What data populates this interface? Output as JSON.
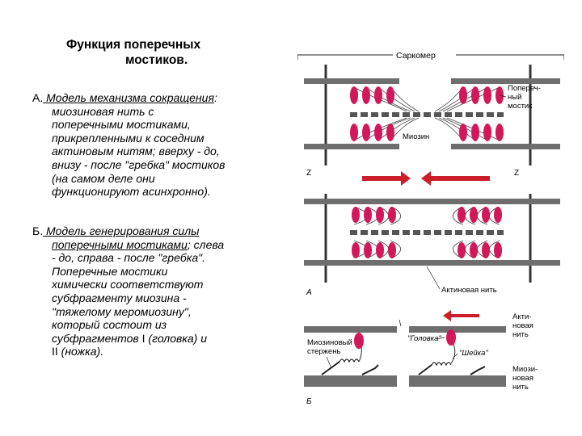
{
  "title": {
    "line1": "Функция поперечных",
    "line2": "мостиков."
  },
  "paragraph_a": {
    "letter": "А.",
    "lead": " Модель механизма сокращения",
    "lead_tail": ":",
    "lines": [
      "миозиновая нить с",
      "поперечными мостиками,",
      "прикрепленными к соседним",
      "актиновым нитям; вверху  - до,",
      "внизу - после \"гребка\" мостиков",
      "(на самом деле они",
      "функционируют асинхронно)."
    ]
  },
  "paragraph_b": {
    "letter": "Б.",
    "lead": " Модель генерирования  силы",
    "line1_underlined": "поперечными мостиками",
    "line1_tail": "; слева",
    "lines": [
      "- до, справа -  после \"гребка\".",
      "Поперечные мостики",
      "химически соответствуют",
      "субфрагменту миозина -",
      "\"тяжелому меромиозину\",",
      "который состоит из",
      "субфрагментов "
    ],
    "roman_one": "I",
    "line8_mid": " (головка)  и",
    "roman_two": "II",
    "line9_tail": " (ножка)."
  },
  "diagram": {
    "labels": {
      "sarcomere": "Саркомер",
      "cross_bridge": [
        "Попереч-",
        "ный",
        "мостик"
      ],
      "myosin": "Миозин",
      "z_left": "Z",
      "z_right": "Z",
      "panel_a": "А",
      "actin_filament": "Актиновая нить",
      "actin_right": [
        "Акти-",
        "новая",
        "нить"
      ],
      "myosin_rod": [
        "Миозиновый",
        "стержень"
      ],
      "head": "\"Головка\"",
      "neck": "\"Шейка\"",
      "myosin_right": [
        "Миози-",
        "новая",
        "нить"
      ],
      "panel_b": "Б"
    },
    "colors": {
      "head": "#d2185a",
      "arrow": "#cc1f2a",
      "filament": "#6e6e6e",
      "line": "#222222"
    }
  }
}
